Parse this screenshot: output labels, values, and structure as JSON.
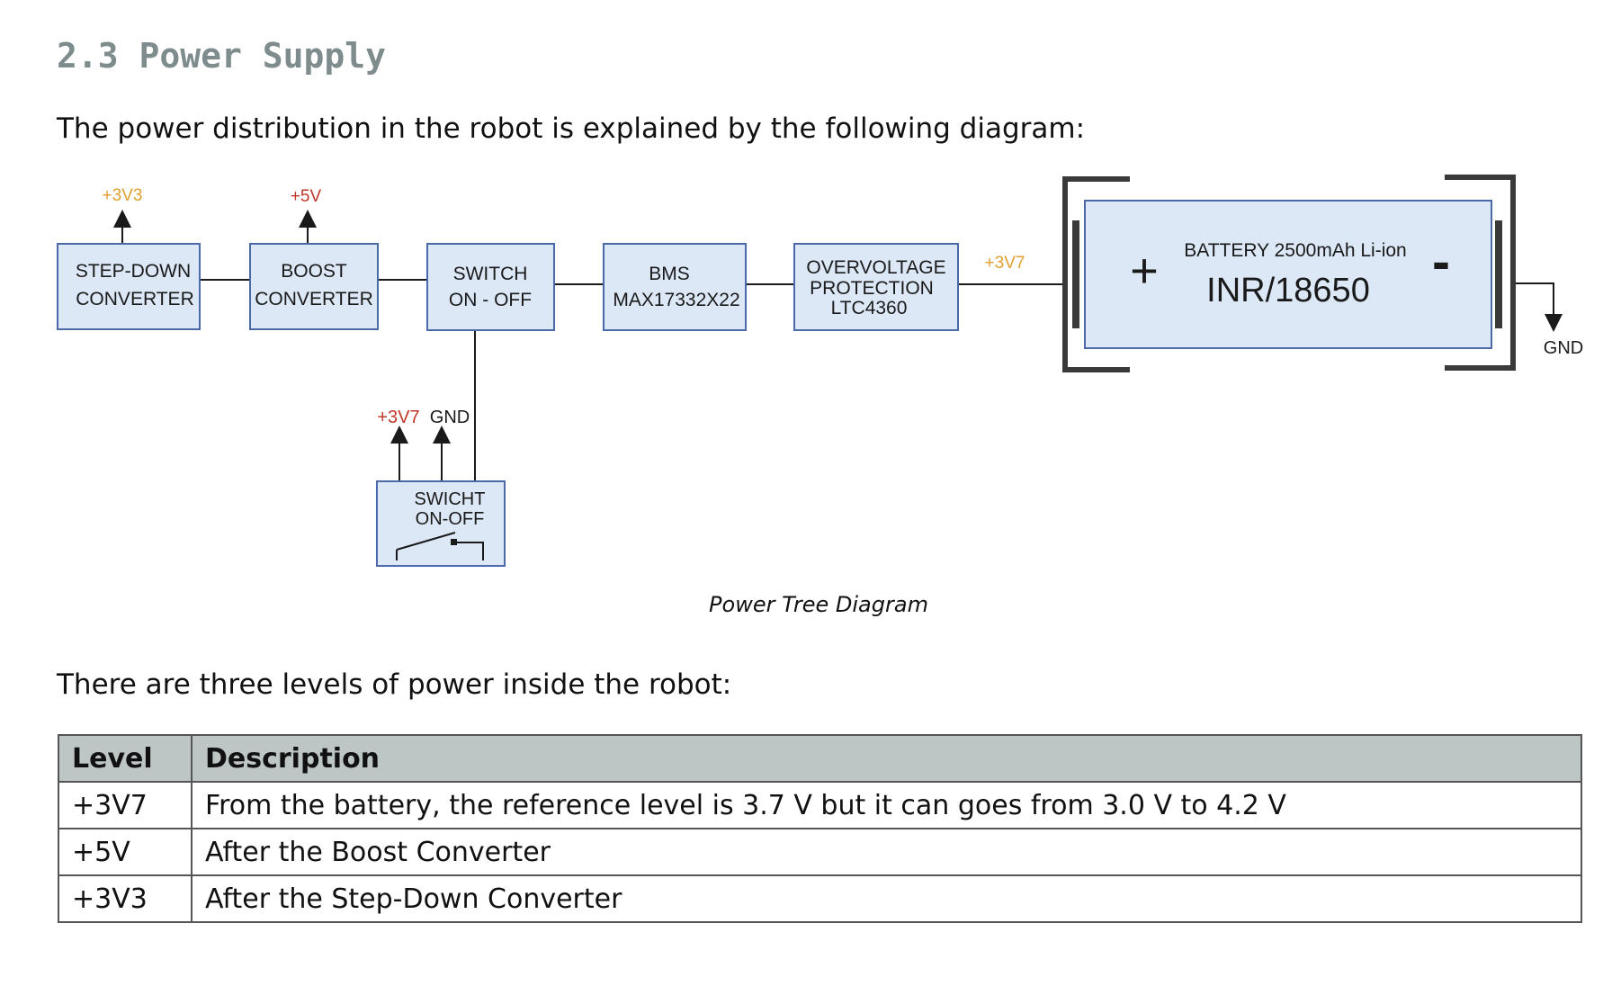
{
  "section": {
    "heading": "2.3 Power Supply",
    "intro": "The power distribution in the robot is explained by the following diagram:",
    "levels_intro": "There are three levels of power inside the robot:"
  },
  "diagram": {
    "caption": "Power Tree Diagram",
    "colors": {
      "block_fill": "#dce8f6",
      "block_stroke": "#4c6aa8",
      "label_orange": "#e0a030",
      "label_red": "#c0392b",
      "line": "#1a1a1a",
      "bracket": "#3a3a3a"
    },
    "labels": {
      "v33": "+3V3",
      "v5": "+5V",
      "v37_right": "+3V7",
      "v37_switch": "+3V7",
      "gnd_switch": "GND",
      "gnd_right": "GND"
    },
    "blocks": {
      "step_down": [
        "STEP-DOWN",
        "CONVERTER"
      ],
      "boost": [
        "BOOST",
        "CONVERTER"
      ],
      "switch": [
        "SWITCH",
        "ON - OFF"
      ],
      "bms": [
        "BMS",
        "MAX17332X22"
      ],
      "ovp": [
        "OVERVOLTAGE",
        "PROTECTION",
        "LTC4360"
      ],
      "switch_hw": [
        "SWICHT",
        "ON-OFF"
      ]
    },
    "battery": {
      "title": "BATTERY 2500mAh Li-ion",
      "model": "INR/18650",
      "plus": "+",
      "minus": "-"
    }
  },
  "table": {
    "headers": [
      "Level",
      "Description"
    ],
    "rows": [
      [
        "+3V7",
        "From the battery, the reference level is 3.7 V but it can goes from 3.0 V to 4.2 V"
      ],
      [
        "+5V",
        "After the Boost Converter"
      ],
      [
        "+3V3",
        "After the Step-Down Converter"
      ]
    ]
  }
}
